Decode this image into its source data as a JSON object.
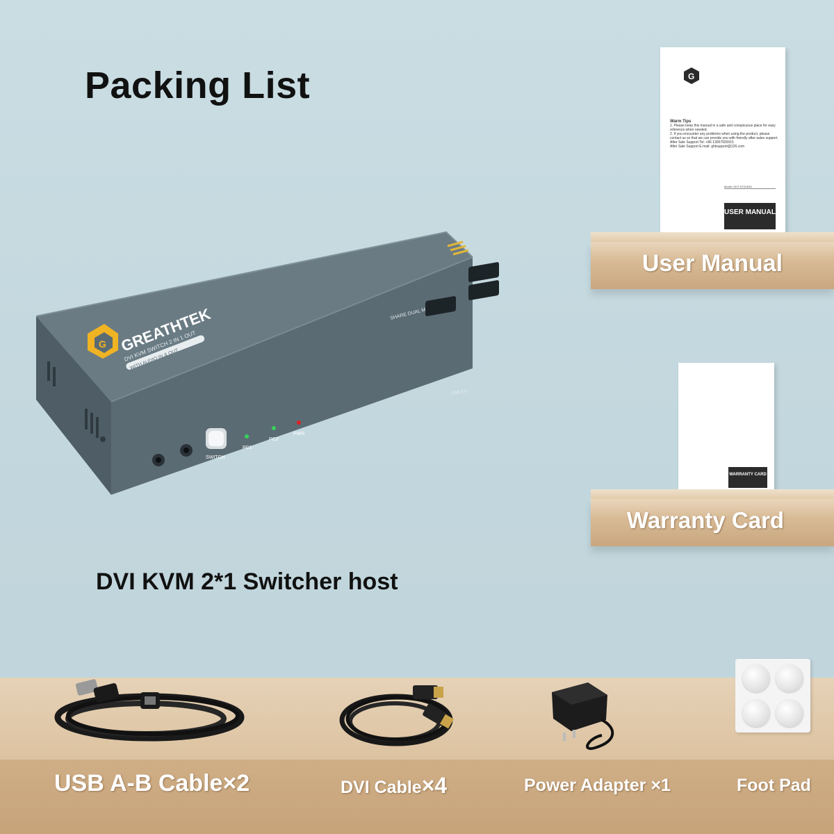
{
  "title": "Packing List",
  "host": {
    "label": "DVI KVM 2*1 Switcher host",
    "brand": "GREATHTEK",
    "subtitle": "DVI KVM SWITCH 2 IN 1 OUT",
    "audio_badge": "WITH AUDIO IN & OUT",
    "top_text": "SHARE DUAL MONITOR",
    "usb_label": "USB 2.0",
    "switch_label": "SWITCH",
    "led_pc1": "PC1",
    "led_pc2": "PC2",
    "led_pwr": "PWR"
  },
  "shelf_items": [
    {
      "label": "User Manual",
      "badge": "USER MANUAL",
      "tips_title": "Warm Tips",
      "tips_lines": [
        "1. Please keep this manual in a safe and conspicuous place for easy reference when needed.",
        "2. If you encounter any problems when using the product, please contact us so that we can provide you with friendly after-sales support.",
        "After Sale Support Tel: +86 13007920015",
        "After Sale Support E-mail: ghtsupport@126.com"
      ],
      "model": "Model: GHT-S7013DD"
    },
    {
      "label": "Warranty Card",
      "badge": "WARRANTY CARD"
    }
  ],
  "bottom_items": [
    {
      "label": "USB A-B Cable",
      "qty": "×2"
    },
    {
      "label": "DVI Cable",
      "qty": "×4"
    },
    {
      "label": "Power Adapter ×1"
    },
    {
      "label": "Foot Pad"
    }
  ],
  "colors": {
    "background": "#c7dbe1",
    "kvm_body": "#5f6f78",
    "brand_accent": "#f0b323",
    "led_green": "#36d15a",
    "led_red": "#e02020"
  }
}
